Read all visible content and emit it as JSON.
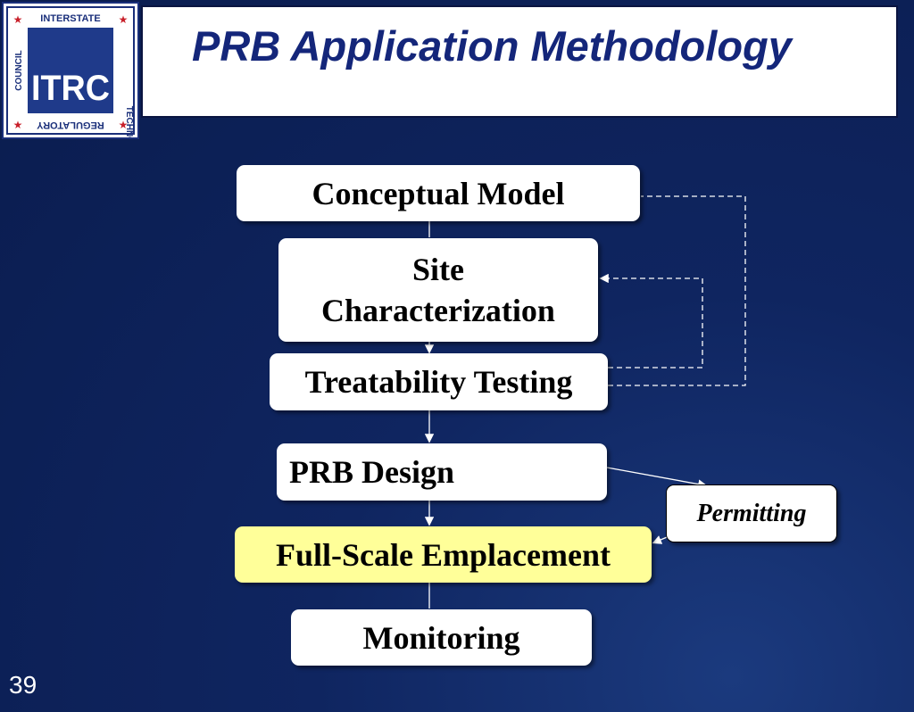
{
  "slide": {
    "title": "PRB Application Methodology",
    "page_number": "39"
  },
  "logo": {
    "text": "ITRC",
    "ring_top": "INTERSTATE",
    "ring_right": "TECHNOLOGY",
    "ring_bottom": "REGULATORY",
    "ring_left": "COUNCIL"
  },
  "flow": {
    "conceptual_model": "Conceptual Model",
    "site_char_line1": "Site",
    "site_char_line2": "Characterization",
    "treatability": "Treatability Testing",
    "prb_design": "PRB Design",
    "full_scale": "Full-Scale Emplacement",
    "monitoring": "Monitoring",
    "permitting": "Permitting"
  },
  "colors": {
    "background": "#0f2560",
    "title": "#14267a",
    "highlight": "#ffff99",
    "logo_accent": "#c8202a"
  }
}
